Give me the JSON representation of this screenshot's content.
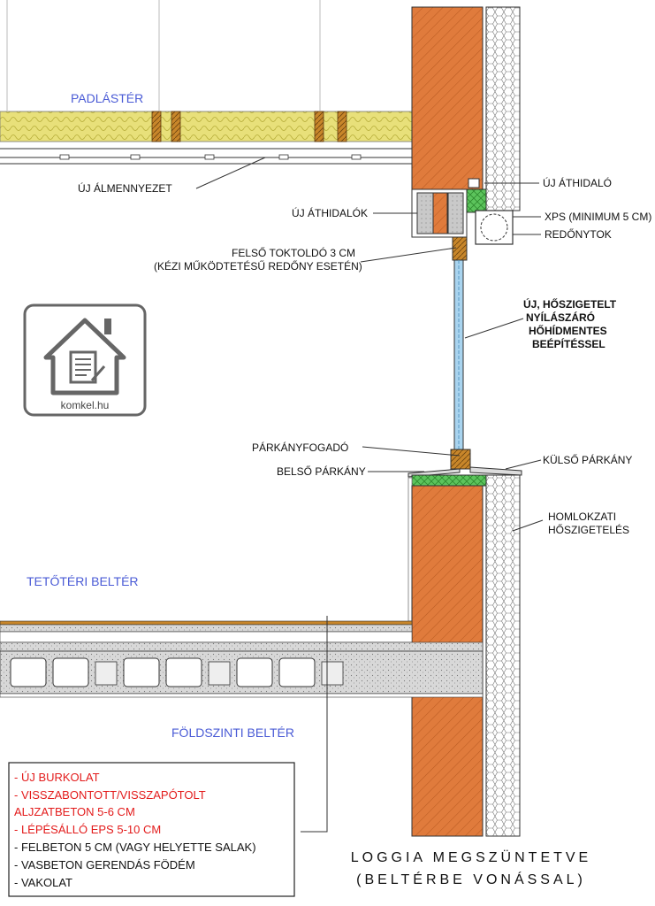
{
  "rooms": {
    "attic": "PADLÁSTÉR",
    "attic_room": "TETŐTÉRI BELTÉR",
    "ground_room": "FÖLDSZINTI BELTÉR"
  },
  "labels": {
    "new_lintel": "ÚJ ÁTHIDALÓ",
    "new_ceiling": "ÚJ ÁLMENNYEZET",
    "new_lintels": "ÚJ ÁTHIDALÓK",
    "xps": "XPS (MINIMUM 5 CM)",
    "shutter_box": "REDŐNYTOK",
    "top_extender_1": "FELSŐ TOKTOLDÓ 3 CM",
    "top_extender_2": "(KÉZI MŰKÖDTETÉSŰ REDŐNY ESETÉN)",
    "window_1": "ÚJ, HŐSZIGETELT",
    "window_2": "NYÍLÁSZÁRÓ",
    "window_3": "HŐHÍDMENTES",
    "window_4": "BEÉPÍTÉSSEL",
    "sill_holder": "PÁRKÁNYFOGADÓ",
    "inner_sill": "BELSŐ PÁRKÁNY",
    "outer_sill": "KÜLSŐ PÁRKÁNY",
    "facade_insulation_1": "HOMLOKZATI",
    "facade_insulation_2": "HŐSZIGETELÉS"
  },
  "logo": {
    "text": "komkel.hu",
    "icon": "house-document-icon"
  },
  "legend": {
    "items": [
      {
        "text": "- ÚJ BURKOLAT",
        "color": "#e31b1b"
      },
      {
        "text": "- VISSZABONTOTT/VISSZAPÓTOLT",
        "color": "#e31b1b"
      },
      {
        "text": "ALJZATBETON 5-6 CM",
        "color": "#e31b1b"
      },
      {
        "text": "- LÉPÉSÁLLÓ EPS 5-10 CM",
        "color": "#e31b1b"
      },
      {
        "text": "- FELBETON 5 CM (VAGY HELYETTE SALAK)",
        "color": "#111111"
      },
      {
        "text": "- VASBETON GERENDÁS FÖDÉM",
        "color": "#111111"
      },
      {
        "text": "- VAKOLAT",
        "color": "#111111"
      }
    ]
  },
  "caption": {
    "line1": "LOGGIA MEGSZÜNTETVE",
    "line2": "(BELTÉRBE VONÁSSAL)"
  },
  "colors": {
    "brick": "#e07b3c",
    "insulation_yellow": "#e8e07a",
    "eps_green": "#5cc45c",
    "glass_blue": "#a9d4ef",
    "room_label": "#4a5bd6",
    "legend_red": "#e31b1b",
    "wood": "#c8862a"
  }
}
